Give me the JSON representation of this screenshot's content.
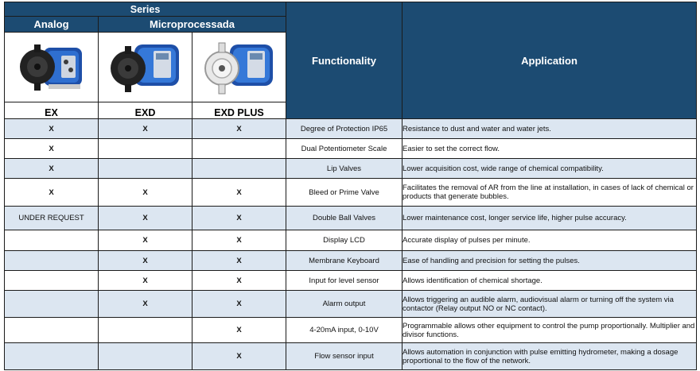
{
  "header": {
    "series_label": "Series",
    "analog_label": "Analog",
    "micro_label": "Microprocessada",
    "functionality_label": "Functionality",
    "application_label": "Application"
  },
  "models": [
    {
      "name": "EX",
      "image_icon": "dosing-pump-image"
    },
    {
      "name": "EXD",
      "image_icon": "dosing-pump-image"
    },
    {
      "name": "EXD PLUS",
      "image_icon": "dosing-pump-image"
    }
  ],
  "colors": {
    "header_bg": "#1c4b72",
    "row_stripe": "#dce6f1",
    "check_mark": "#5aa025"
  },
  "rows": [
    {
      "ex": "X",
      "exd": "X",
      "exd_plus": "X",
      "functionality": "Degree of Protection IP65",
      "application": "Resistance to dust and water and water jets."
    },
    {
      "ex": "X",
      "exd": "",
      "exd_plus": "",
      "functionality": "Dual Potentiometer Scale",
      "application": "Easier to set the correct flow."
    },
    {
      "ex": "X",
      "exd": "",
      "exd_plus": "",
      "functionality": "Lip Valves",
      "application": "Lower acquisition cost, wide range of chemical compatibility."
    },
    {
      "ex": "X",
      "exd": "X",
      "exd_plus": "X",
      "functionality": "Bleed or Prime Valve",
      "application": "Facilitates the removal of AR from the line at installation, in cases of lack of chemical or products that generate bubbles."
    },
    {
      "ex": "UNDER REQUEST",
      "exd": "X",
      "exd_plus": "X",
      "functionality": "Double Ball Valves",
      "application": "Lower maintenance cost, longer service life, higher pulse accuracy."
    },
    {
      "ex": "",
      "exd": "X",
      "exd_plus": "X",
      "functionality": "Display LCD",
      "application": "Accurate display of pulses per minute."
    },
    {
      "ex": "",
      "exd": "X",
      "exd_plus": "X",
      "functionality": "Membrane Keyboard",
      "application": "Ease of handling and precision for setting the pulses."
    },
    {
      "ex": "",
      "exd": "X",
      "exd_plus": "X",
      "functionality": "Input for level sensor",
      "application": "Allows identification of chemical shortage."
    },
    {
      "ex": "",
      "exd": "X",
      "exd_plus": "X",
      "functionality": "Alarm output",
      "application": "Allows triggering an audible alarm, audiovisual alarm or turning off the system via contactor (Relay output NO or NC contact)."
    },
    {
      "ex": "",
      "exd": "",
      "exd_plus": "X",
      "functionality": "4-20mA input, 0-10V",
      "application": "Programmable allows other equipment to control the pump proportionally. Multiplier and divisor functions."
    },
    {
      "ex": "",
      "exd": "",
      "exd_plus": "X",
      "functionality": "Flow sensor input",
      "application": "Allows automation in conjunction with pulse emitting hydrometer, making a dosage proportional to the flow of the network."
    }
  ]
}
